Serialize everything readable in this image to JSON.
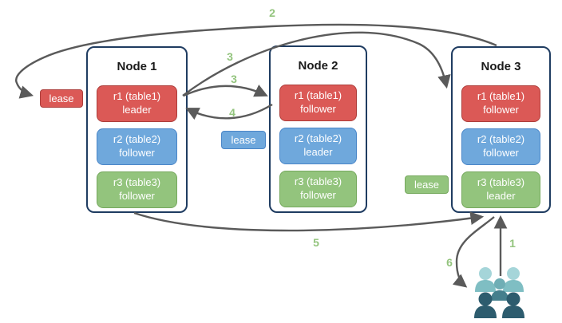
{
  "diagram": {
    "nodes": [
      {
        "title": "Node 1",
        "replicas": [
          {
            "name": "r1 (table1)",
            "role": "leader",
            "color": "red"
          },
          {
            "name": "r2 (table2)",
            "role": "follower",
            "color": "blue"
          },
          {
            "name": "r3 (table3)",
            "role": "follower",
            "color": "green"
          }
        ]
      },
      {
        "title": "Node 2",
        "replicas": [
          {
            "name": "r1 (table1)",
            "role": "follower",
            "color": "red"
          },
          {
            "name": "r2 (table2)",
            "role": "leader",
            "color": "blue"
          },
          {
            "name": "r3 (table3)",
            "role": "follower",
            "color": "green"
          }
        ]
      },
      {
        "title": "Node 3",
        "replicas": [
          {
            "name": "r1 (table1)",
            "role": "follower",
            "color": "red"
          },
          {
            "name": "r2 (table2)",
            "role": "follower",
            "color": "blue"
          },
          {
            "name": "r3 (table3)",
            "role": "leader",
            "color": "green"
          }
        ]
      }
    ],
    "leases": [
      {
        "label": "lease",
        "color": "red"
      },
      {
        "label": "lease",
        "color": "blue"
      },
      {
        "label": "lease",
        "color": "green"
      }
    ],
    "step_labels": [
      {
        "text": "1"
      },
      {
        "text": "2"
      },
      {
        "text": "3"
      },
      {
        "text": "3"
      },
      {
        "text": "4"
      },
      {
        "text": "5"
      },
      {
        "text": "6"
      }
    ],
    "icons": {
      "users": "users-icon"
    },
    "colors": {
      "red_fill": "#db5956",
      "red_border": "#ad3e3b",
      "blue_fill": "#6fa8dc",
      "blue_border": "#4a86c8",
      "green_fill": "#93c47d",
      "green_border": "#76a95e",
      "node_border": "#1f3c61",
      "arrow": "#5a5a5a",
      "step_label": "#93c47d",
      "users_light": "#a5d5d9",
      "users_mid": "#6faeb5",
      "users_dark": "#2d5c6e"
    }
  }
}
